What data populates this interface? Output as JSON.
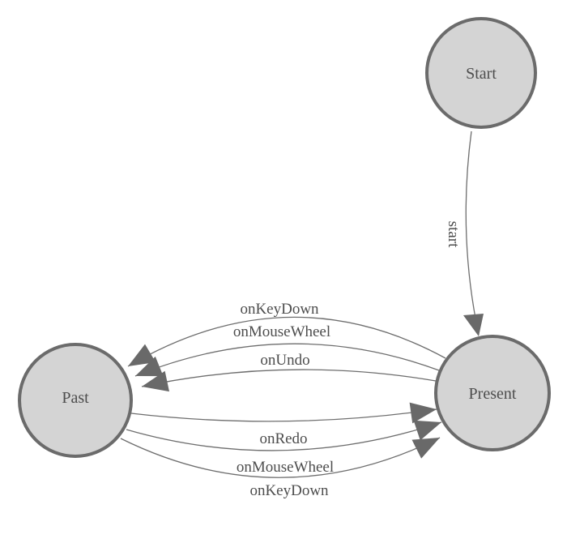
{
  "diagram": {
    "type": "state-diagram",
    "background_color": "#ffffff",
    "node_fill_color": "#d4d4d4",
    "node_border_color": "#6b6b6b",
    "edge_color": "#6e6e6e",
    "arrowhead_color": "#696969",
    "text_color": "#4d4d4d",
    "nodes": [
      {
        "label": "Start"
      },
      {
        "label": "Present"
      },
      {
        "label": "Past"
      }
    ],
    "edges": [
      {
        "label": "start",
        "from": "Start",
        "to": "Present"
      },
      {
        "label": "onKeyDown",
        "from": "Present",
        "to": "Past"
      },
      {
        "label": "onMouseWheel",
        "from": "Present",
        "to": "Past"
      },
      {
        "label": "onUndo",
        "from": "Present",
        "to": "Past"
      },
      {
        "label": "onRedo",
        "from": "Past",
        "to": "Present"
      },
      {
        "label": "onMouseWheel",
        "from": "Past",
        "to": "Present"
      },
      {
        "label": "onKeyDown",
        "from": "Past",
        "to": "Present"
      }
    ]
  }
}
